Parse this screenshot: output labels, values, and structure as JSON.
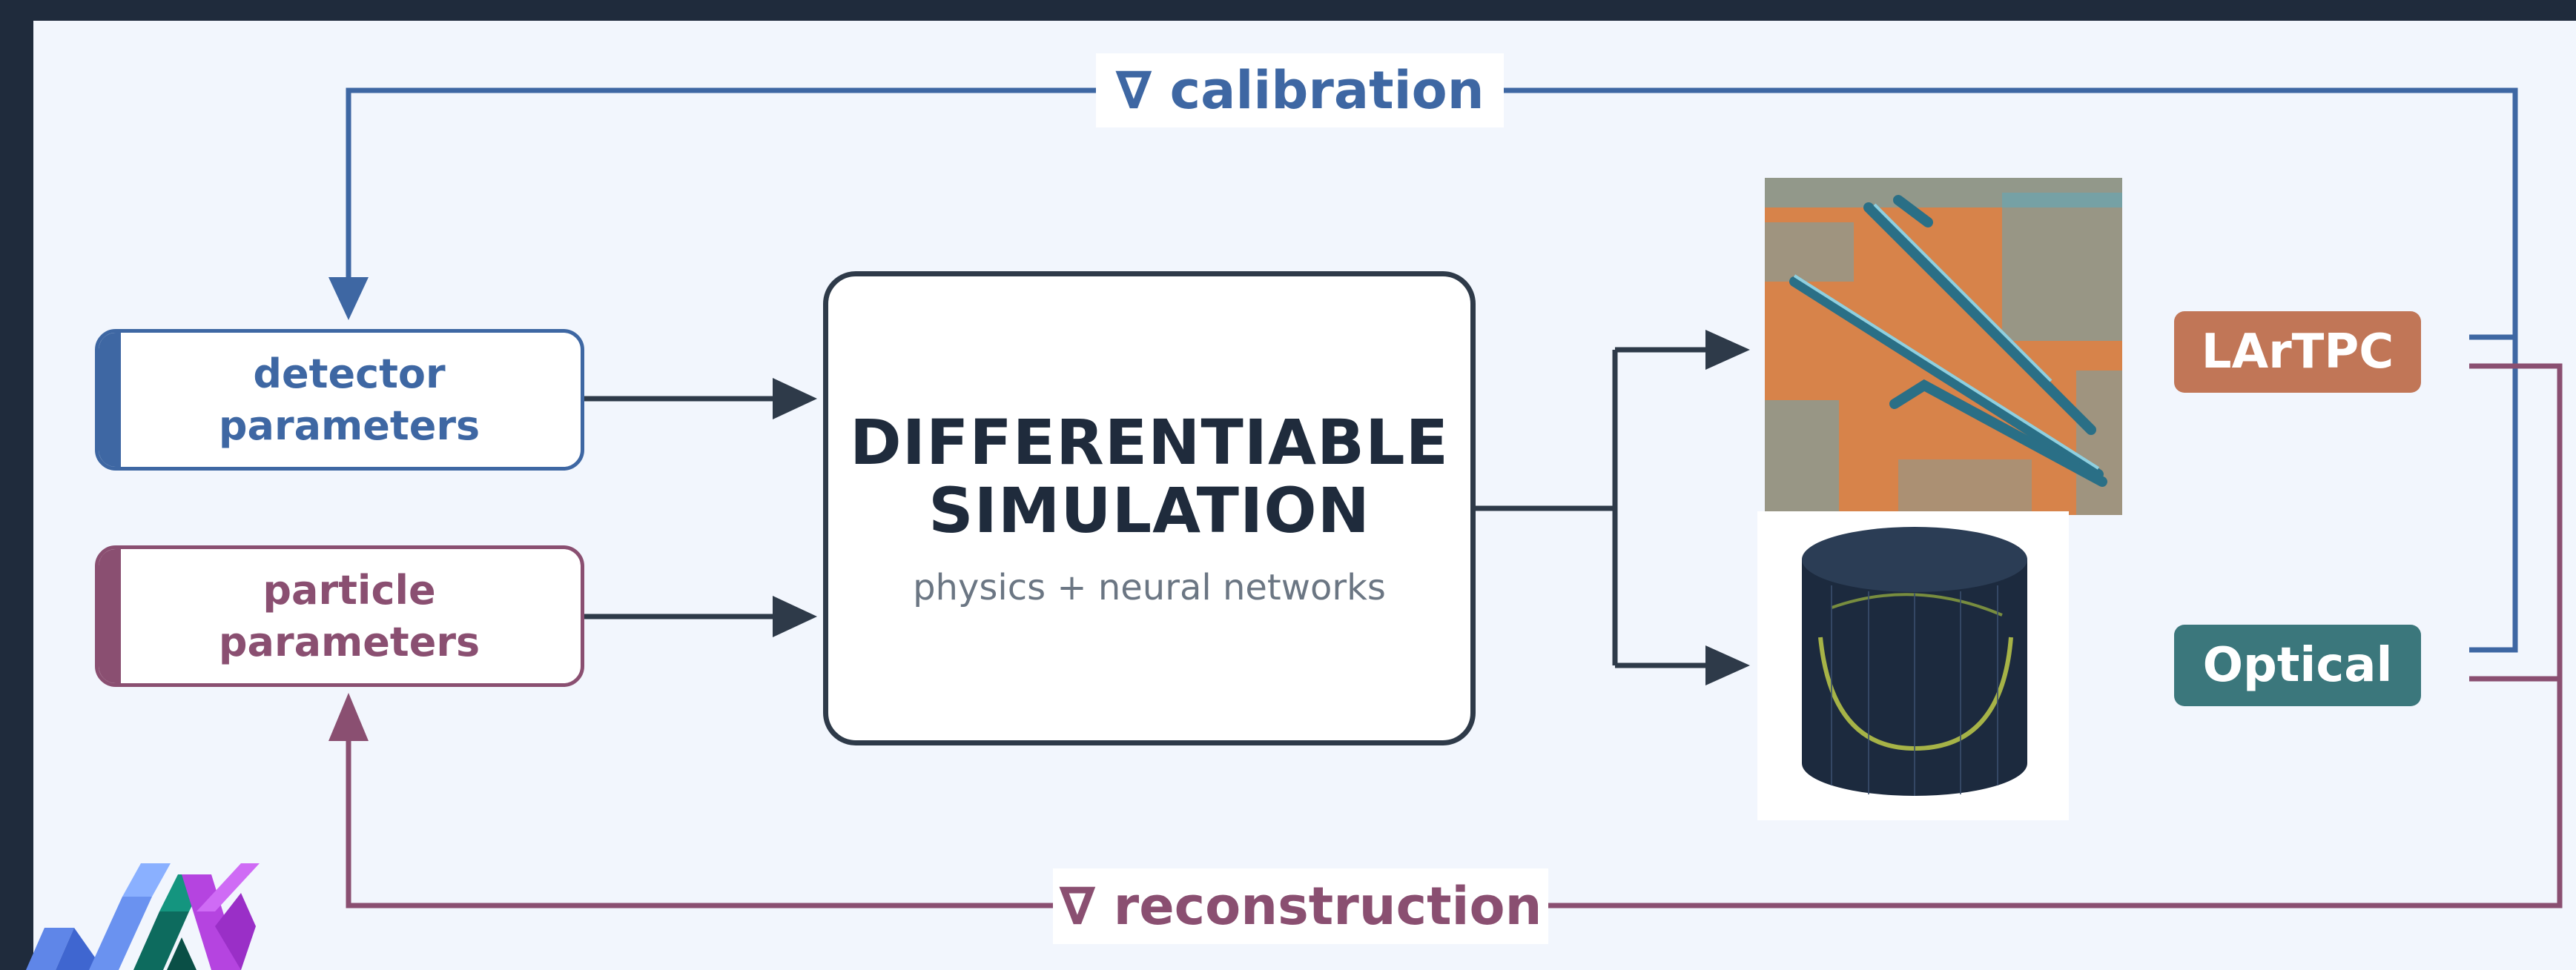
{
  "diagram": {
    "detector_parameters": "detector\nparameters",
    "particle_parameters": "particle\nparameters",
    "simulation_title": "DIFFERENTIABLE\nSIMULATION",
    "simulation_subtitle": "physics + neural networks",
    "calibration_label": "∇ calibration",
    "reconstruction_label": "∇ reconstruction",
    "lartpc_label": "LArTPC",
    "optical_label": "Optical"
  },
  "colors": {
    "calibration": "#3e67a3",
    "reconstruction": "#8a4f71",
    "arrows": "#2e3a49",
    "lartpc": "#c17657",
    "optical": "#3b777c",
    "background": "#f2f6fd",
    "frame": "#1f2b3c"
  },
  "icons": {
    "lartpc_event": "lartpc-event-display-image",
    "optical_detector": "cylindrical-optical-detector-image",
    "logo": "jax-logo"
  }
}
